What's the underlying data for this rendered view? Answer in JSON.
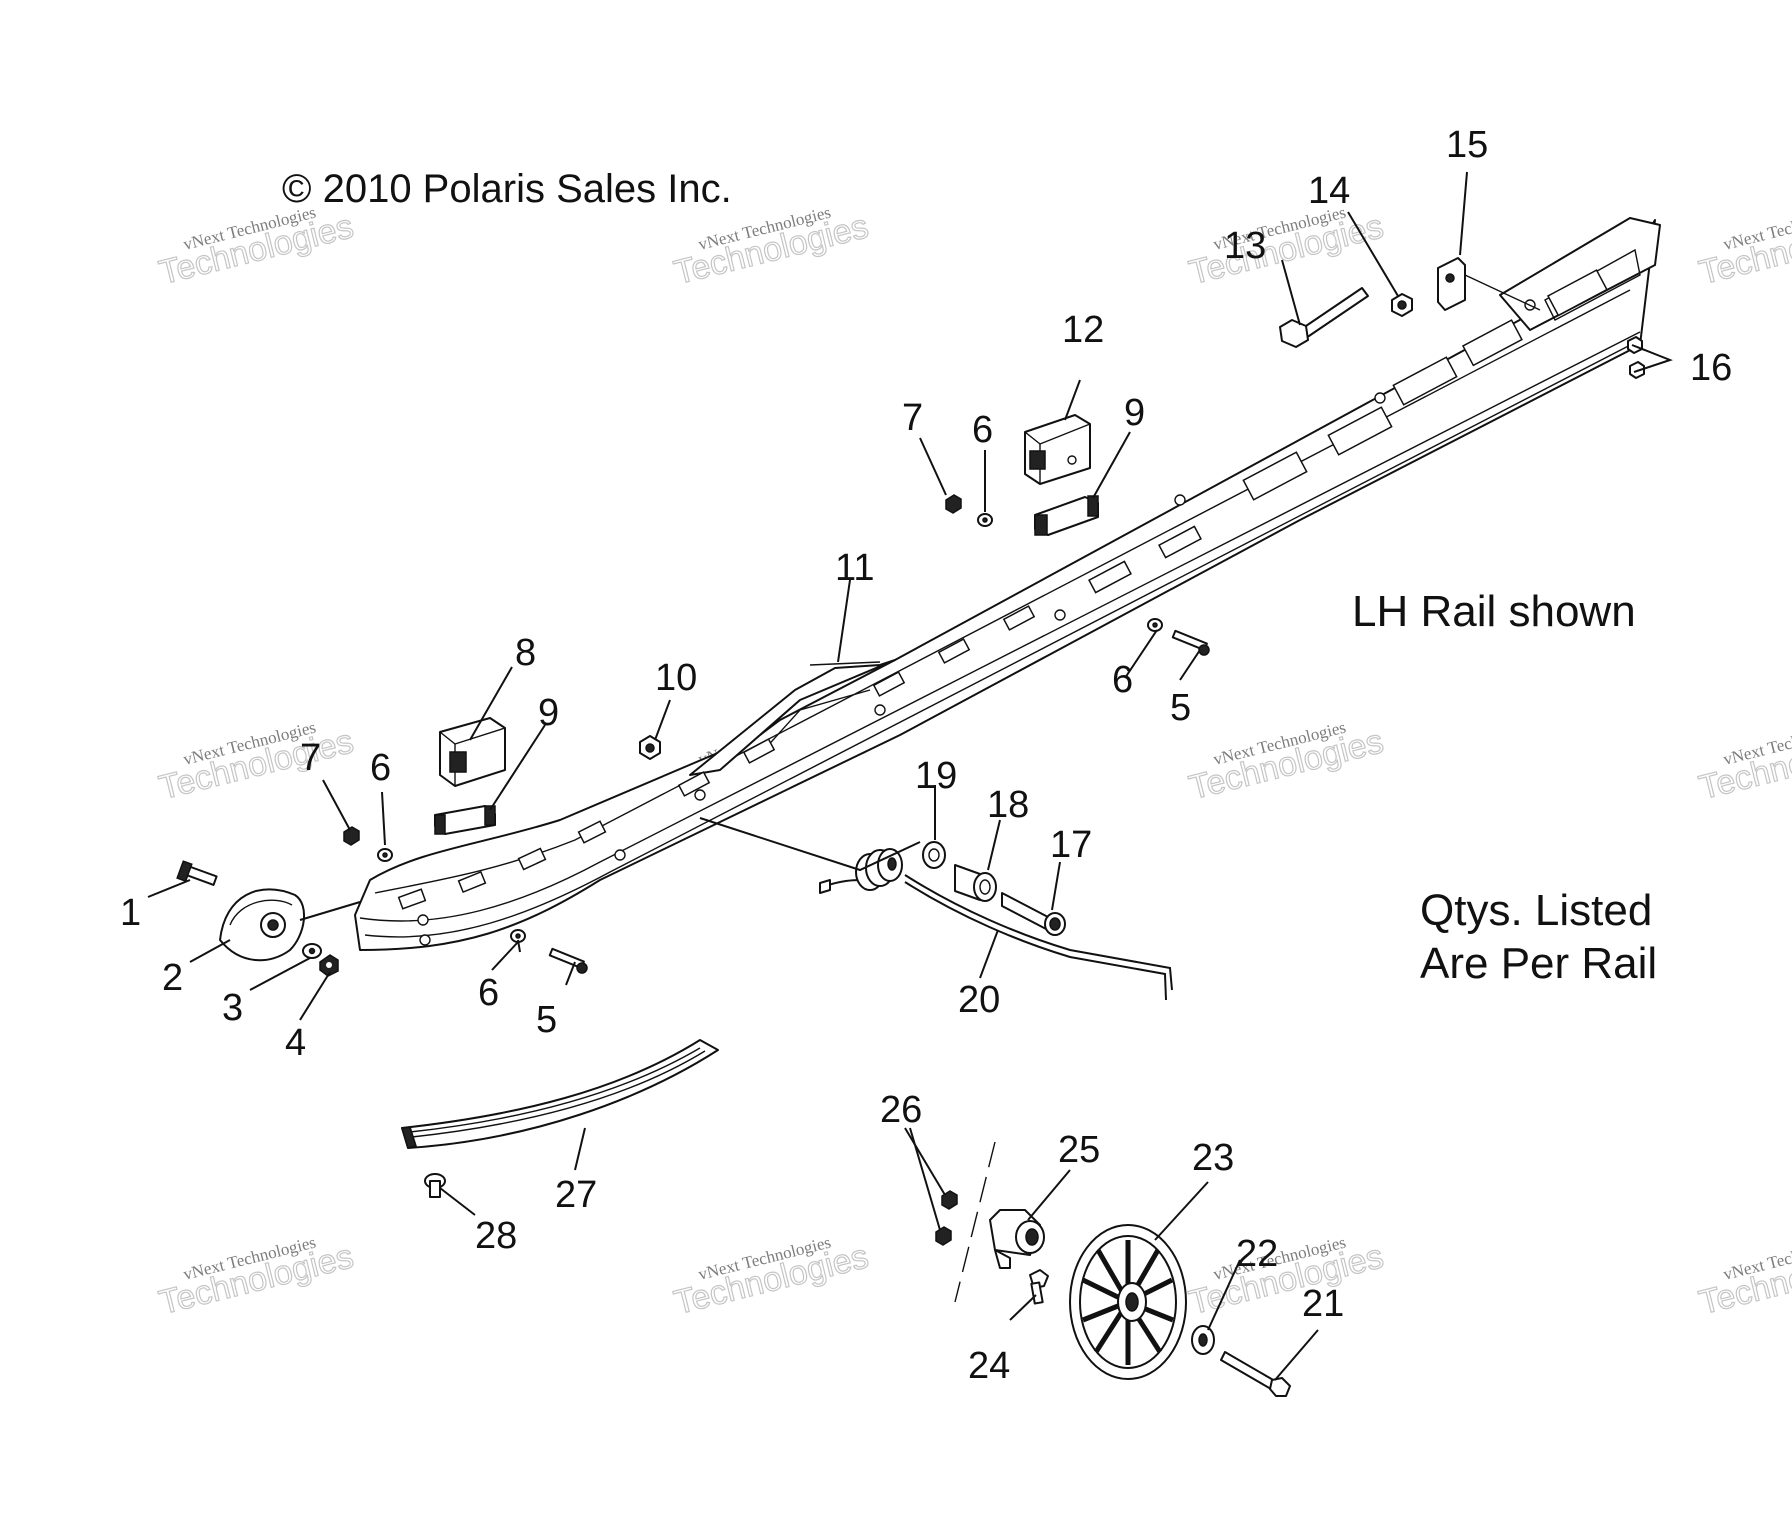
{
  "copyright": "© 2010 Polaris Sales Inc.",
  "notes": {
    "rail": "LH Rail shown",
    "qty_line1": "Qtys. Listed",
    "qty_line2": "Are Per Rail"
  },
  "watermark": {
    "line1": "vNext Technologies",
    "line2": "Technologies",
    "line3": "vNext"
  },
  "callouts": [
    {
      "id": "c1",
      "text": "1"
    },
    {
      "id": "c2",
      "text": "2"
    },
    {
      "id": "c3",
      "text": "3"
    },
    {
      "id": "c4",
      "text": "4"
    },
    {
      "id": "c5a",
      "text": "5"
    },
    {
      "id": "c5b",
      "text": "5"
    },
    {
      "id": "c6a",
      "text": "6"
    },
    {
      "id": "c6b",
      "text": "6"
    },
    {
      "id": "c6c",
      "text": "6"
    },
    {
      "id": "c6d",
      "text": "6"
    },
    {
      "id": "c7a",
      "text": "7"
    },
    {
      "id": "c7b",
      "text": "7"
    },
    {
      "id": "c8",
      "text": "8"
    },
    {
      "id": "c9a",
      "text": "9"
    },
    {
      "id": "c9b",
      "text": "9"
    },
    {
      "id": "c10",
      "text": "10"
    },
    {
      "id": "c11",
      "text": "11"
    },
    {
      "id": "c12",
      "text": "12"
    },
    {
      "id": "c13",
      "text": "13"
    },
    {
      "id": "c14",
      "text": "14"
    },
    {
      "id": "c15",
      "text": "15"
    },
    {
      "id": "c16",
      "text": "16"
    },
    {
      "id": "c17",
      "text": "17"
    },
    {
      "id": "c18",
      "text": "18"
    },
    {
      "id": "c19",
      "text": "19"
    },
    {
      "id": "c20",
      "text": "20"
    },
    {
      "id": "c21",
      "text": "21"
    },
    {
      "id": "c22",
      "text": "22"
    },
    {
      "id": "c23",
      "text": "23"
    },
    {
      "id": "c24",
      "text": "24"
    },
    {
      "id": "c25",
      "text": "25"
    },
    {
      "id": "c26",
      "text": "26"
    },
    {
      "id": "c27",
      "text": "27"
    },
    {
      "id": "c28",
      "text": "28"
    }
  ]
}
